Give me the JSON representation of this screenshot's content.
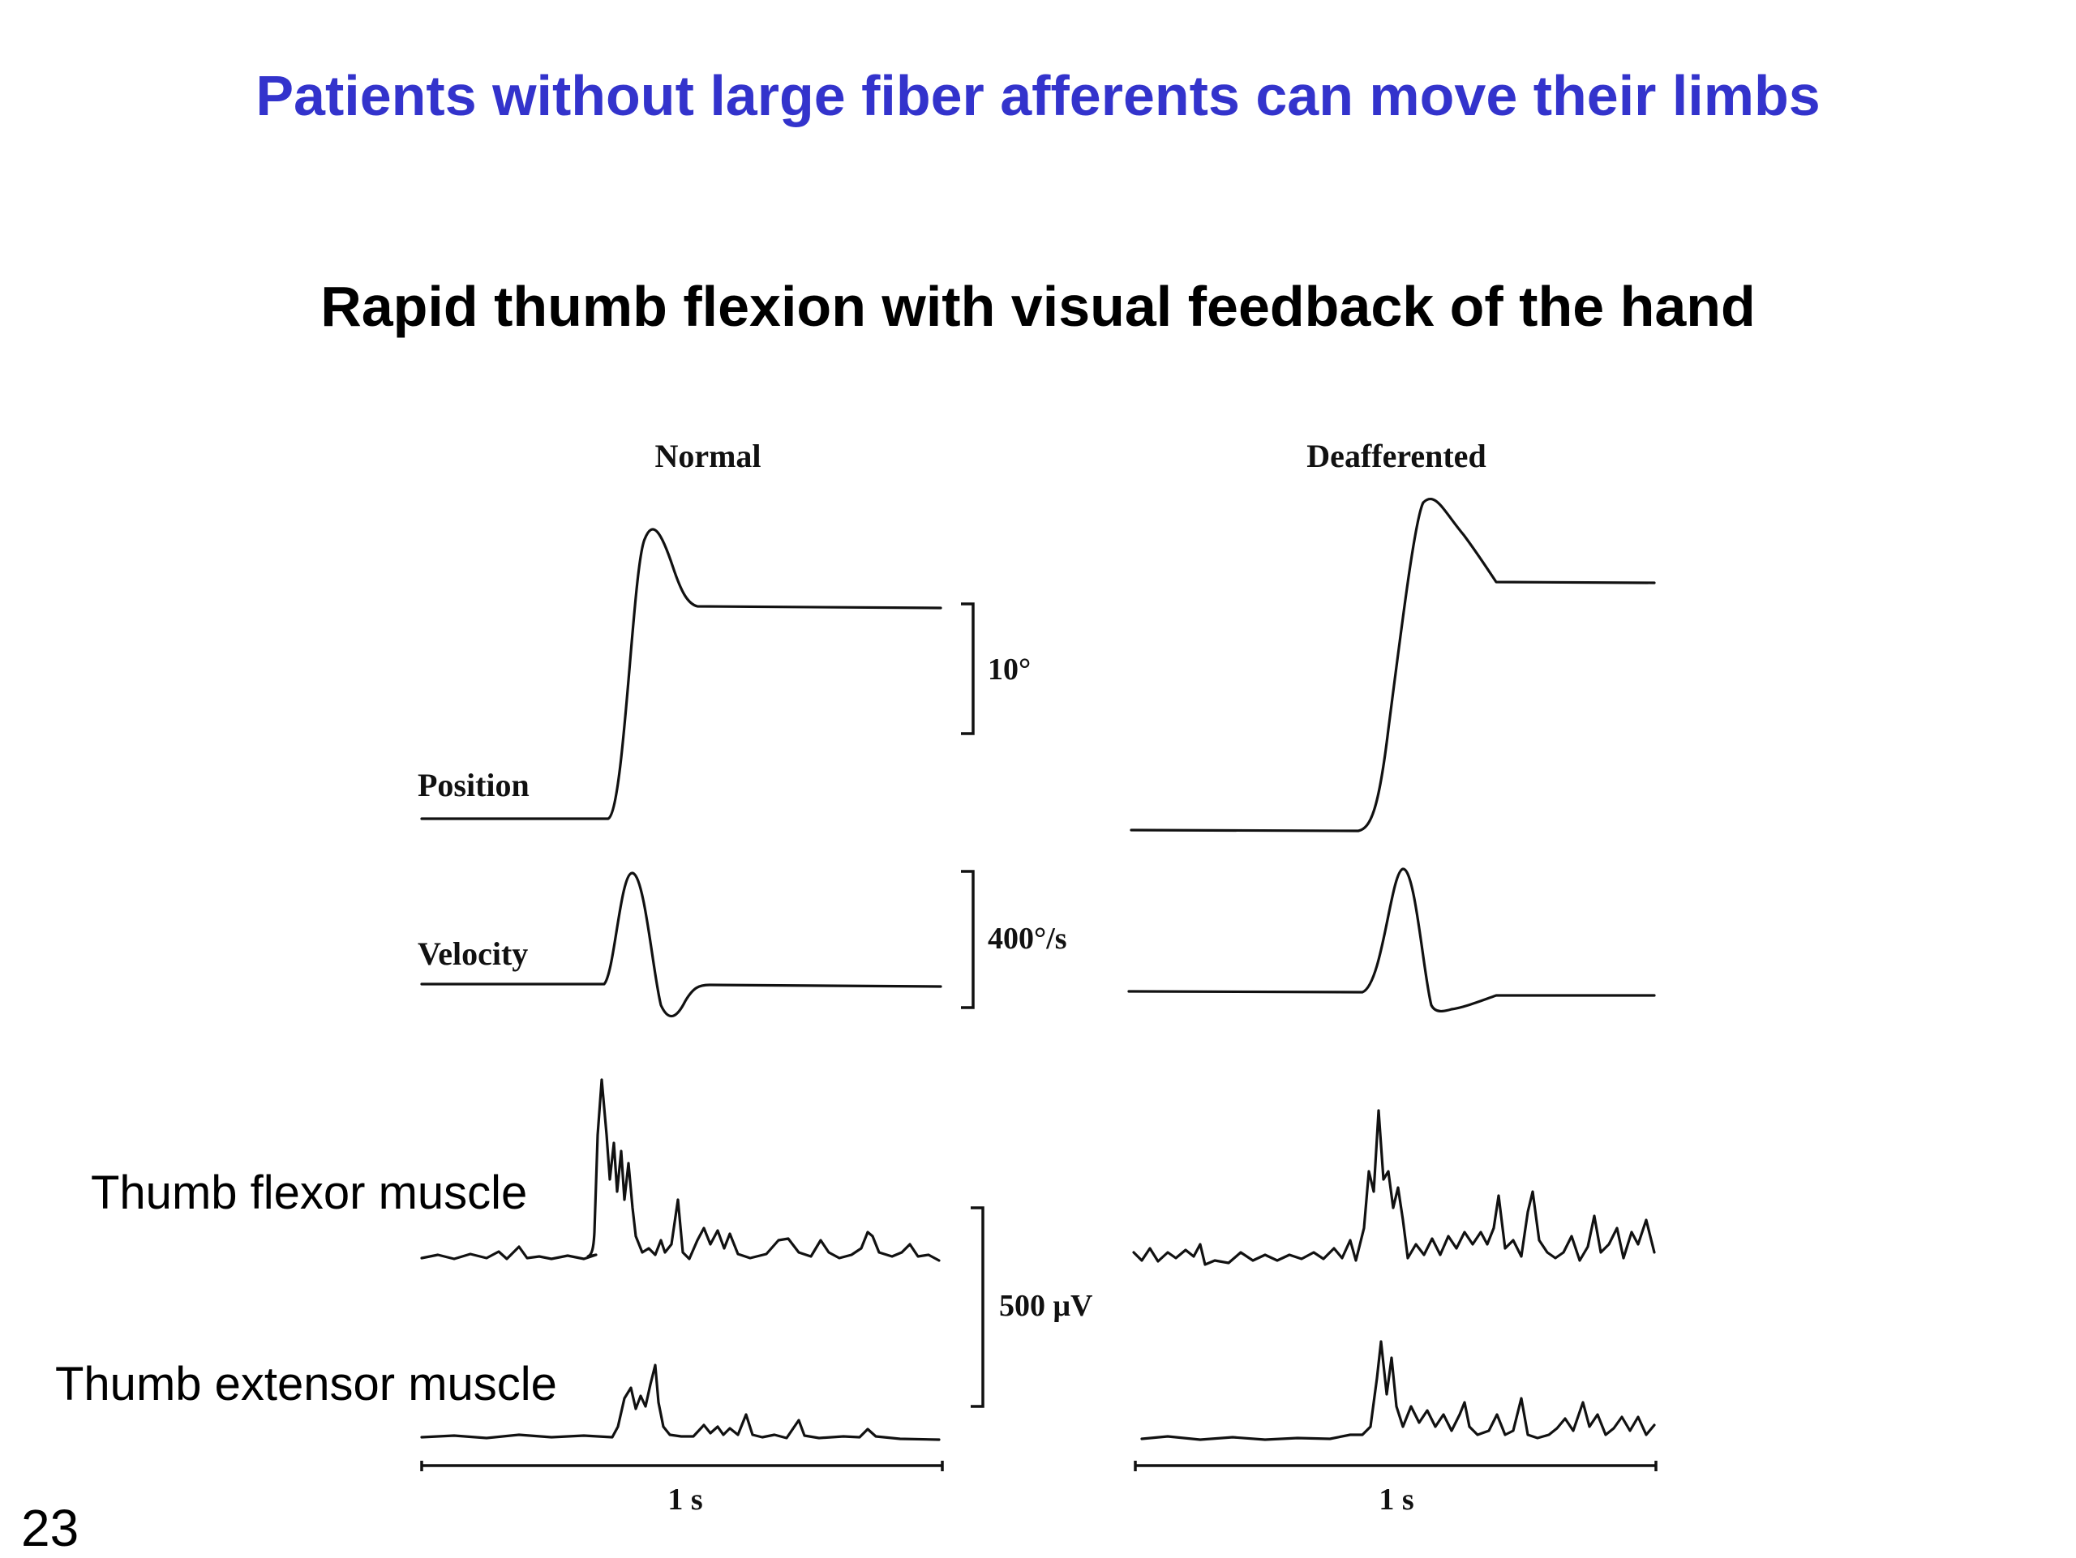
{
  "slide": {
    "title": "Patients without large fiber afferents can move their limbs",
    "subtitle": "Rapid thumb flexion with visual feedback of the hand",
    "page_number": "23",
    "title_color": "#3333cc"
  },
  "figure": {
    "columns": [
      "Normal",
      "Deafferented"
    ],
    "trace_labels": {
      "position": "Position",
      "velocity": "Velocity",
      "flexor": "Thumb flexor muscle",
      "extensor": "Thumb extensor muscle"
    },
    "scale_bars": {
      "position": "10°",
      "velocity": "400°/s",
      "emg": "500 μV",
      "time_normal": "1 s",
      "time_deafferented": "1 s"
    }
  }
}
